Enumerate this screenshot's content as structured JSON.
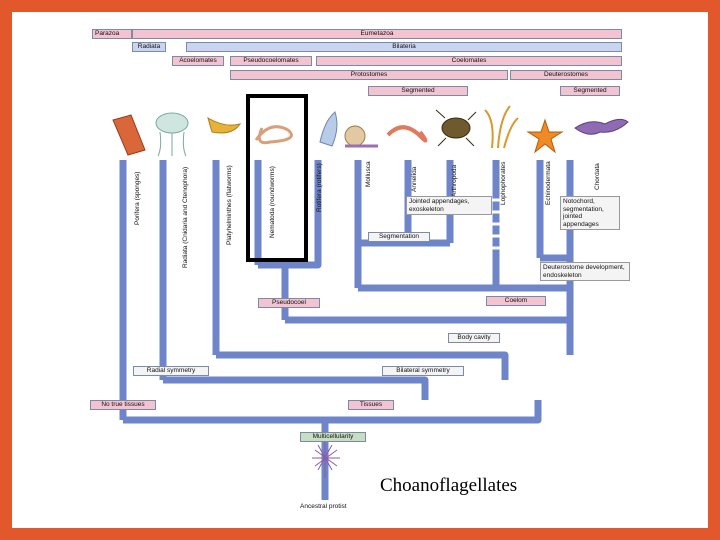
{
  "clades": {
    "parazoa": "Parazoa",
    "eumetazoa": "Eumetazoa",
    "radiata": "Radiata",
    "bilateria": "Bilateria",
    "acoelomates": "Acoelomates",
    "pseudocoelomates": "Pseudocoelomates",
    "coelomates": "Coelomates",
    "protostomes": "Protostomes",
    "deuterostomes": "Deuterostomes",
    "segmented_left": "Segmented",
    "segmented_right": "Segmented"
  },
  "phyla": {
    "porifera": "Porifera (sponges)",
    "radiata": "Radiata (Cnidaria and Ctenophora)",
    "platyhelminthes": "Platyhelminthes (flatworms)",
    "nematoda": "Nematoda (roundworms)",
    "rotifera": "Rotifera (rotifers)",
    "mollusca": "Mollusca",
    "annelida": "Annelida",
    "arthropoda": "Arthropoda",
    "lophophorates": "Lophophorates",
    "echinodermata": "Echinodermata",
    "chordata": "Chordata"
  },
  "characters": {
    "jointed": "Jointed appendages, exoskeleton",
    "notochord": "Notochord, segmentation, jointed appendages",
    "segmentation": "Segmentation",
    "deuterostome_dev": "Deuterostome development, endoskeleton",
    "pseudocoel": "Pseudocoel",
    "coelom": "Coelom",
    "body_cavity": "Body cavity",
    "radial_symmetry": "Radial symmetry",
    "bilateral_symmetry": "Bilateral symmetry",
    "no_true_tissues": "No true tissues",
    "tissues": "Tissues",
    "multicellularity": "Multicellularity"
  },
  "root": "Ancestral protist",
  "caption": "Choanoflagellates",
  "colors": {
    "border": "#e2572b",
    "branch": "#6f85c9",
    "pink": "#f3c3cf",
    "blue": "#c9d5f0",
    "green": "#c8dec0",
    "highlight": "#000000"
  }
}
